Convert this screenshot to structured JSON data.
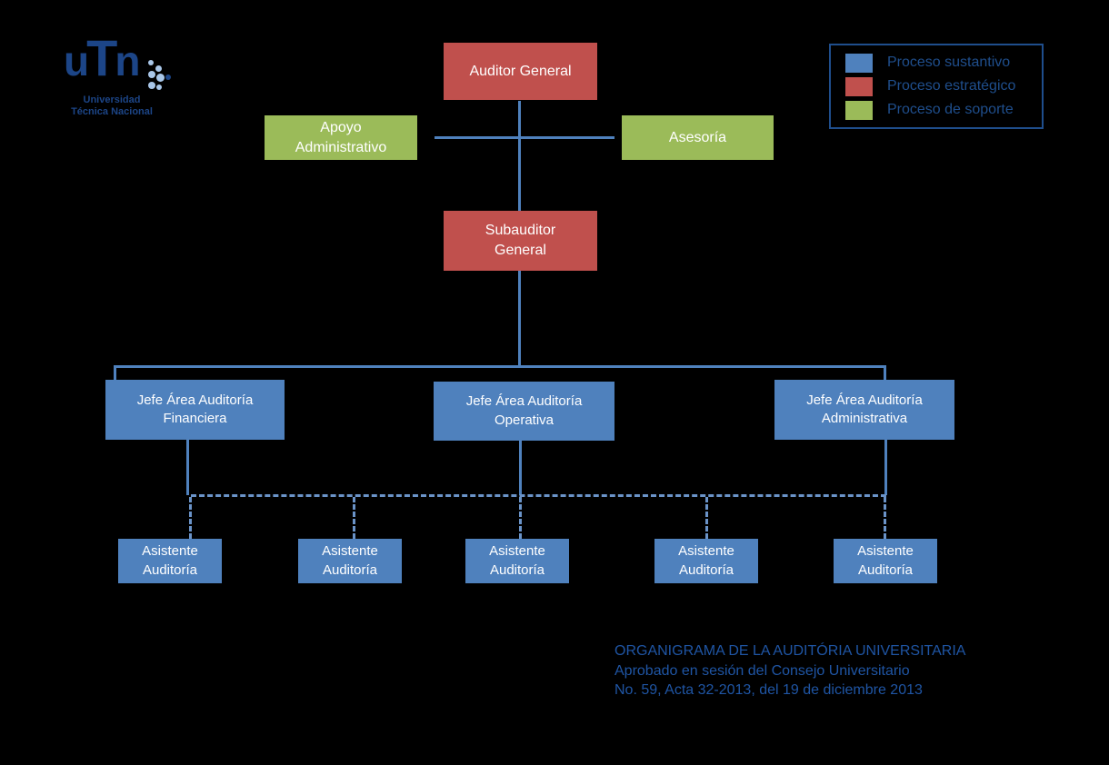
{
  "colors": {
    "background": "#000000",
    "proceso_sustantivo": "#4F81BD",
    "proceso_estrategico": "#C0504D",
    "proceso_soporte": "#9BBB59",
    "connector_line": "#4F81BD",
    "connector_dashed": "#6A93C8",
    "legend_border": "#1F4E8C",
    "legend_text": "#1F4E8C",
    "footer_text": "#1F55A4",
    "logo_navy": "#1C4587",
    "logo_dot_light": "#A9C7E9"
  },
  "logo": {
    "wordmark": "uTn",
    "name": "Universidad\nTécnica Nacional"
  },
  "legend": {
    "items": [
      {
        "label": "Proceso sustantivo",
        "color": "#4F81BD"
      },
      {
        "label": "Proceso estratégico",
        "color": "#C0504D"
      },
      {
        "label": "Proceso de soporte",
        "color": "#9BBB59"
      }
    ]
  },
  "org": {
    "auditor_general": "Auditor General",
    "apoyo_administrativo": "Apoyo\nAdministrativo",
    "asesoria": "Asesoría",
    "subauditor_general": "Subauditor\nGeneral",
    "jefes": [
      {
        "label": "Jefe Área Auditoría\nFinanciera"
      },
      {
        "label": "Jefe Área Auditoría\nOperativa"
      },
      {
        "label": "Jefe Área Auditoría\nAdministrativa"
      }
    ],
    "asistentes": [
      {
        "label": "Asistente\nAuditoría"
      },
      {
        "label": "Asistente\nAuditoría"
      },
      {
        "label": "Asistente\nAuditoría"
      },
      {
        "label": "Asistente\nAuditoría"
      },
      {
        "label": "Asistente\nAuditoría"
      }
    ]
  },
  "footer": {
    "line1": "ORGANIGRAMA DE LA AUDITÓRIA UNIVERSITARIA",
    "line2": "Aprobado en sesión del Consejo Universitario",
    "line3": "No. 59, Acta 32-2013, del 19 de diciembre 2013"
  }
}
